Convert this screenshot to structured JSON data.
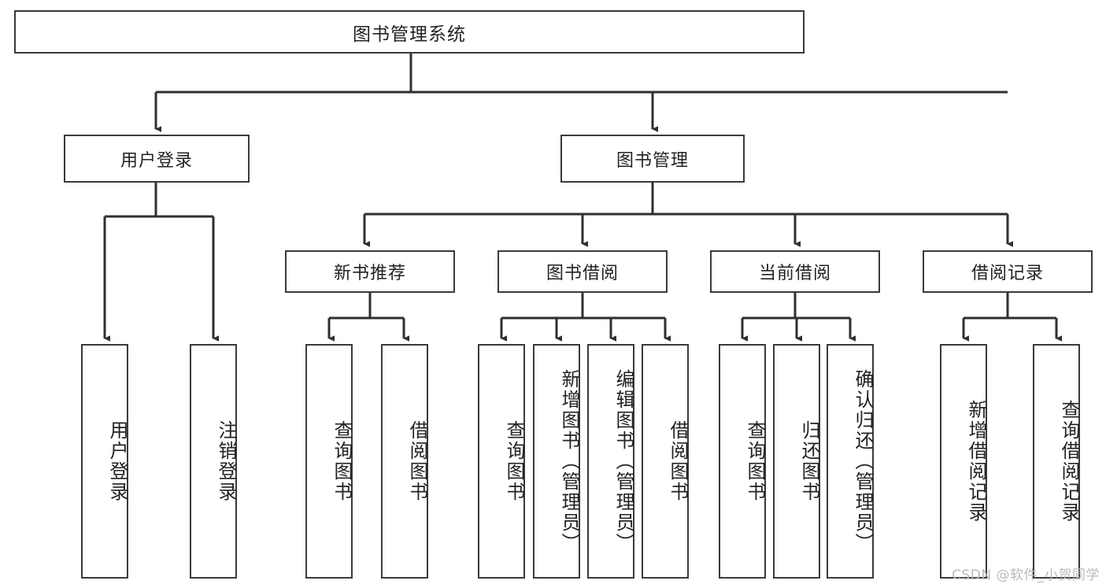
{
  "diagram": {
    "title": "图书管理系统",
    "type": "tree",
    "watermark": "CSDN @软件_小贺同学",
    "style": {
      "border_color": "#3a3a3a",
      "background": "#ffffff",
      "text_color": "#222222",
      "watermark_color": "#b9b9b9"
    },
    "root": {
      "label": "图书管理系统"
    },
    "level2": [
      {
        "label": "用户登录"
      },
      {
        "label": "图书管理"
      }
    ],
    "level3": [
      {
        "label": "新书推荐"
      },
      {
        "label": "图书借阅"
      },
      {
        "label": "当前借阅"
      },
      {
        "label": "借阅记录"
      }
    ],
    "leaves": [
      {
        "label": "用户登录",
        "parent": "用户登录"
      },
      {
        "label": "注销登录",
        "parent": "用户登录"
      },
      {
        "label": "查询图书",
        "parent": "新书推荐"
      },
      {
        "label": "借阅图书",
        "parent": "新书推荐"
      },
      {
        "label": "查询图书",
        "parent": "图书借阅"
      },
      {
        "label": "新增图书（管理员）",
        "parent": "图书借阅"
      },
      {
        "label": "编辑图书（管理员）",
        "parent": "图书借阅"
      },
      {
        "label": "借阅图书",
        "parent": "图书借阅"
      },
      {
        "label": "查询图书",
        "parent": "当前借阅"
      },
      {
        "label": "归还图书",
        "parent": "当前借阅"
      },
      {
        "label": "确认归还（管理员）",
        "parent": "当前借阅"
      },
      {
        "label": "新增借阅记录",
        "parent": "借阅记录"
      },
      {
        "label": "查询借阅记录",
        "parent": "借阅记录"
      }
    ]
  }
}
